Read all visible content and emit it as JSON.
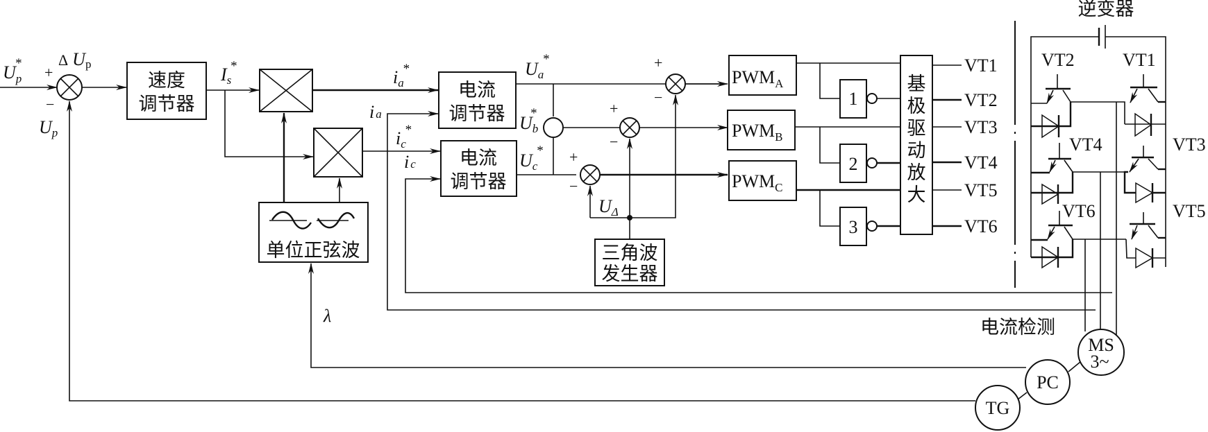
{
  "title": "正弦波PWM交流调速系统框图",
  "inputs": {
    "up_star": {
      "base": "U",
      "sub": "p",
      "sup": "*"
    },
    "delta_up": {
      "prefix": "Δ",
      "base": "U",
      "sub": "p"
    },
    "up_fb": {
      "base": "U",
      "sub": "p"
    },
    "plus": "+",
    "minus": "−"
  },
  "blocks": {
    "speed_regulator": {
      "line1": "速度",
      "line2": "调节器"
    },
    "current_reg_a": {
      "line1": "电流",
      "line2": "调节器"
    },
    "current_reg_c": {
      "line1": "电流",
      "line2": "调节器"
    },
    "unit_sine": {
      "label": "单位正弦波"
    },
    "triangle_gen": {
      "line1": "三角波",
      "line2": "发生器"
    },
    "pwm_a": {
      "base": "PWM",
      "sub": "A"
    },
    "pwm_b": {
      "base": "PWM",
      "sub": "B"
    },
    "pwm_c": {
      "base": "PWM",
      "sub": "C"
    },
    "inverter_gate_1": "1",
    "inverter_gate_2": "2",
    "inverter_gate_3": "3",
    "base_drive": {
      "chars": [
        "基",
        "极",
        "驱",
        "动",
        "放",
        "大"
      ]
    }
  },
  "signals": {
    "is_star": {
      "base": "I",
      "sub": "s",
      "sup": "*"
    },
    "ia_star": {
      "base": "i",
      "sub": "a",
      "sup": "*"
    },
    "ia": {
      "base": "i",
      "sub": "a"
    },
    "ic_star": {
      "base": "i",
      "sub": "c",
      "sup": "*"
    },
    "ic": {
      "base": "i",
      "sub": "c"
    },
    "ua_star": {
      "base": "U",
      "sub": "a",
      "sup": "*"
    },
    "ub_star": {
      "base": "U",
      "sub": "b",
      "sup": "*"
    },
    "uc_star": {
      "base": "U",
      "sub": "c",
      "sup": "*"
    },
    "u_delta": {
      "base": "U",
      "sub": "Δ"
    },
    "lambda": "λ"
  },
  "outputs": [
    "VT1",
    "VT2",
    "VT3",
    "VT4",
    "VT5",
    "VT6"
  ],
  "inverter": {
    "title": "逆变器",
    "transistors": [
      "VT1",
      "VT2",
      "VT3",
      "VT4",
      "VT5",
      "VT6"
    ]
  },
  "feedback": {
    "current_detect": "电流检测",
    "motor": {
      "line1": "MS",
      "line2": "3~"
    },
    "pc": "PC",
    "tg": "TG"
  }
}
